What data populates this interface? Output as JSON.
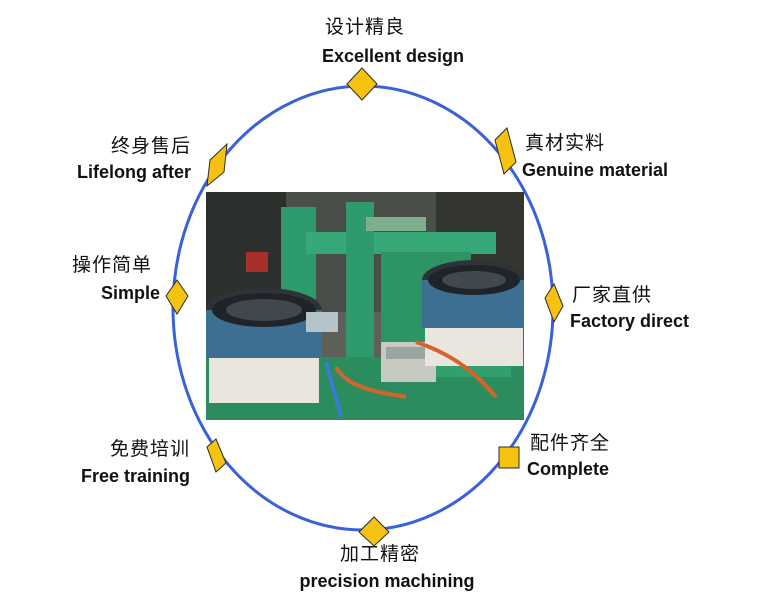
{
  "items": [
    {
      "cn": "设计精良",
      "en": "Excellent design"
    },
    {
      "cn": "真材实料",
      "en": "Genuine material"
    },
    {
      "cn": "厂家直供",
      "en": "Factory direct"
    },
    {
      "cn": "配件齐全",
      "en": "Complete"
    },
    {
      "cn": "加工精密",
      "en": "precision machining"
    },
    {
      "cn": "免费培训",
      "en": "Free training"
    },
    {
      "cn": "操作简单",
      "en": "Simple"
    },
    {
      "cn": "终身售后",
      "en": "Lifelong after"
    }
  ],
  "colors": {
    "ring": "#3a62d8",
    "marker_fill": "#f5c211",
    "marker_stroke": "#2a2a2a",
    "text": "#111111"
  },
  "photo_subject": "vibratory bowl feeder machine"
}
